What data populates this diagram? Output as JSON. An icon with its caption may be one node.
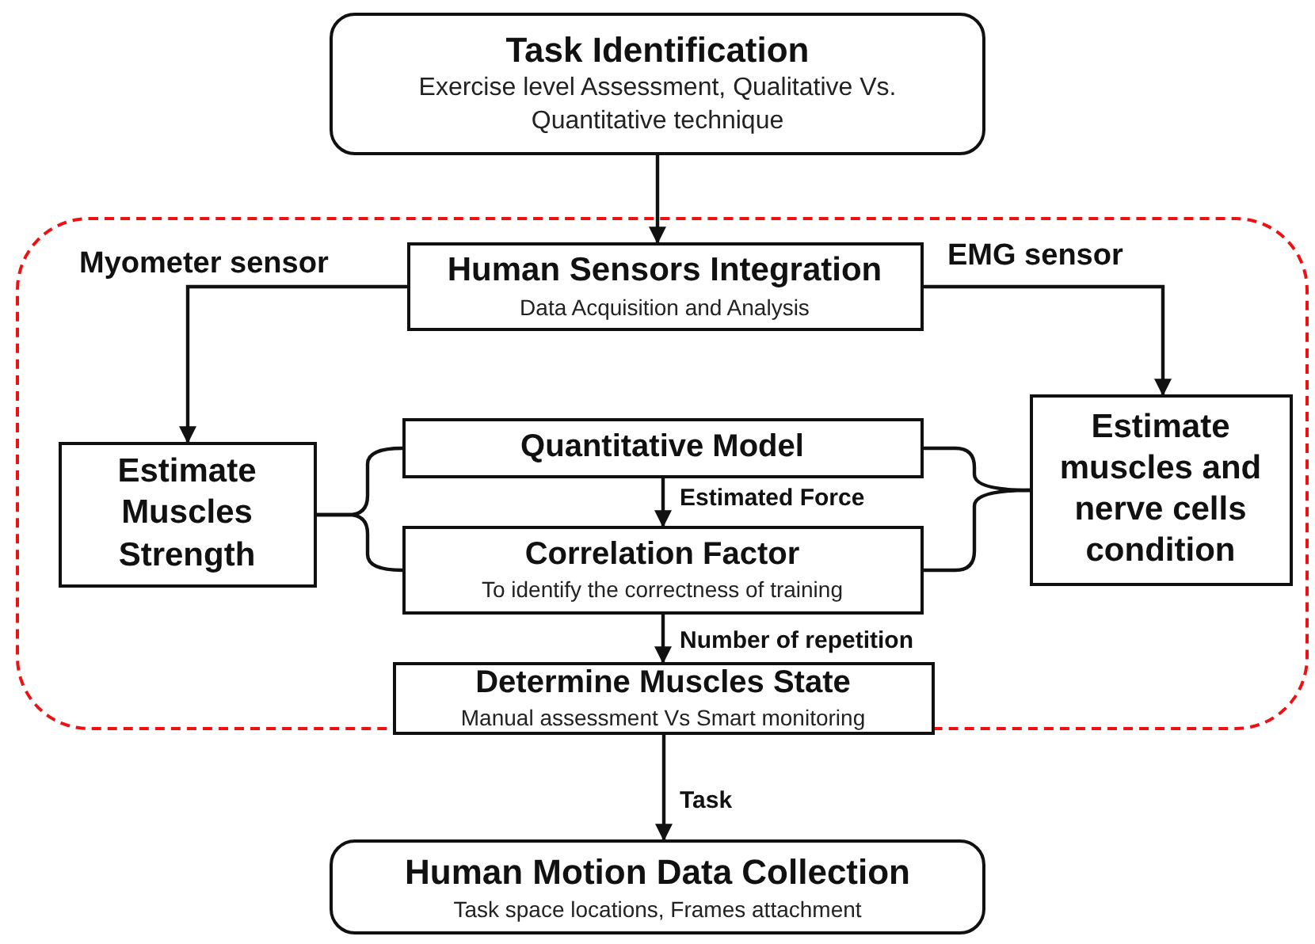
{
  "diagram": {
    "nodes": [
      {
        "text": [
          "Task Identification",
          "Exercise level Assessment, Qualitative Vs. Quantitative technique"
        ]
      },
      {
        "text": [],
        "shape": "box"
      },
      {
        "text": [
          "Human Sensors Integration",
          "Data Acquisition and Analysis"
        ],
        "in": 1
      },
      {
        "text": [
          "Estimate Muscles Strength"
        ],
        "in": 1
      },
      {
        "text": [
          "Quantitative Model"
        ],
        "in": 1
      },
      {
        "text": [
          "Correlation Factor",
          "To identify the correctness of training"
        ],
        "in": 1
      },
      {
        "text": [
          "Estimate muscles and nerve cells condition"
        ],
        "in": 1
      },
      {
        "text": [
          "Determine Muscles State",
          "Manual assessment Vs Smart monitoring"
        ],
        "in": 1
      },
      {
        "text": [
          "Human Motion Data Collection",
          "Task space locations, Frames attachment"
        ]
      }
    ],
    "edges": [
      {
        "from": 0,
        "to": 2,
        "arrow": "to"
      },
      {
        "from": 2,
        "to": 3,
        "arrow": "to",
        "label": "Myometer sensor"
      },
      {
        "from": 2,
        "to": 6,
        "arrow": "to",
        "label": "EMG sensor"
      },
      {
        "from": 4,
        "to": 5,
        "arrow": "to",
        "label": "Estimated Force"
      },
      {
        "from": 5,
        "to": 7,
        "arrow": "to",
        "label": "Number of repetition"
      },
      {
        "from": 7,
        "to": 8,
        "arrow": "to",
        "label": "Task"
      },
      {
        "from": 3,
        "to": 4,
        "arrow": "none"
      },
      {
        "from": 3,
        "to": 5,
        "arrow": "none"
      },
      {
        "from": 4,
        "to": 6,
        "arrow": "none"
      },
      {
        "from": 5,
        "to": 6,
        "arrow": "none"
      }
    ]
  }
}
